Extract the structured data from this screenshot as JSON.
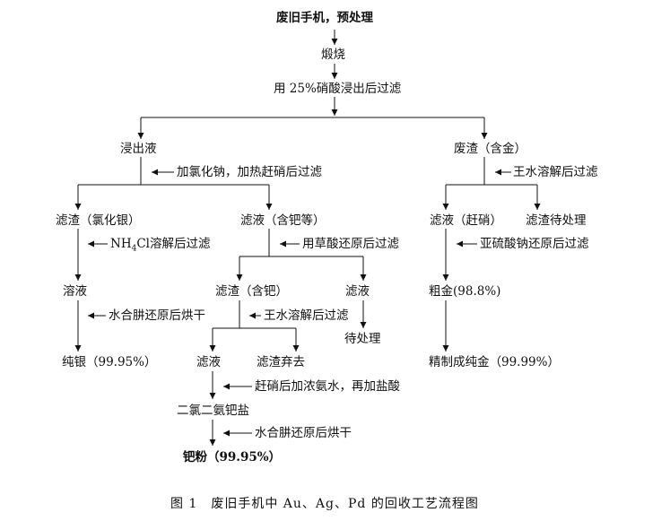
{
  "nodes": {
    "start": "废旧手机，预处理",
    "calcine": "煅烧",
    "leach": "用 25%硝酸浸出后过滤",
    "leachate": "浸出液",
    "residue_gold": "废渣（含金）",
    "residue_agcl": "滤渣（氯化银）",
    "filtrate_pd": "滤液（含钯等）",
    "filtrate_nitrate": "滤液（赶硝）",
    "residue_pending": "滤渣待处理",
    "solution": "溶液",
    "residue_pd": "滤渣（含钯）",
    "filtrate_mid": "滤液",
    "crude_gold": "粗金(98.8%)",
    "pending": "待处理",
    "pure_silver": "纯银（99.95%）",
    "filtrate_low": "滤液",
    "residue_discard": "滤渣弃去",
    "pure_gold": "精制成纯金（99.99%）",
    "pd_salt": "二氯二氨钯盐",
    "pd_powder": "钯粉（99.95%）"
  },
  "steps": {
    "nacl": "加氯化钠，加热赶硝后过滤",
    "aqua_regia_1": "王水溶解后过滤",
    "nh4cl_pre": "NH",
    "nh4cl_sub": "4",
    "nh4cl_post": "Cl溶解后过滤",
    "oxalic": "用草酸还原后过滤",
    "sulfite": "亚硫酸钠还原后过滤",
    "hydrazine_1": "水合肼还原后烘干",
    "aqua_regia_2": "王水溶解后过滤",
    "ammonia": "赶硝后加浓氨水，再加盐酸",
    "hydrazine_2": "水合肼还原后烘干"
  },
  "caption": "图 1　废旧手机中 Au、Ag、Pd 的回收工艺流程图"
}
